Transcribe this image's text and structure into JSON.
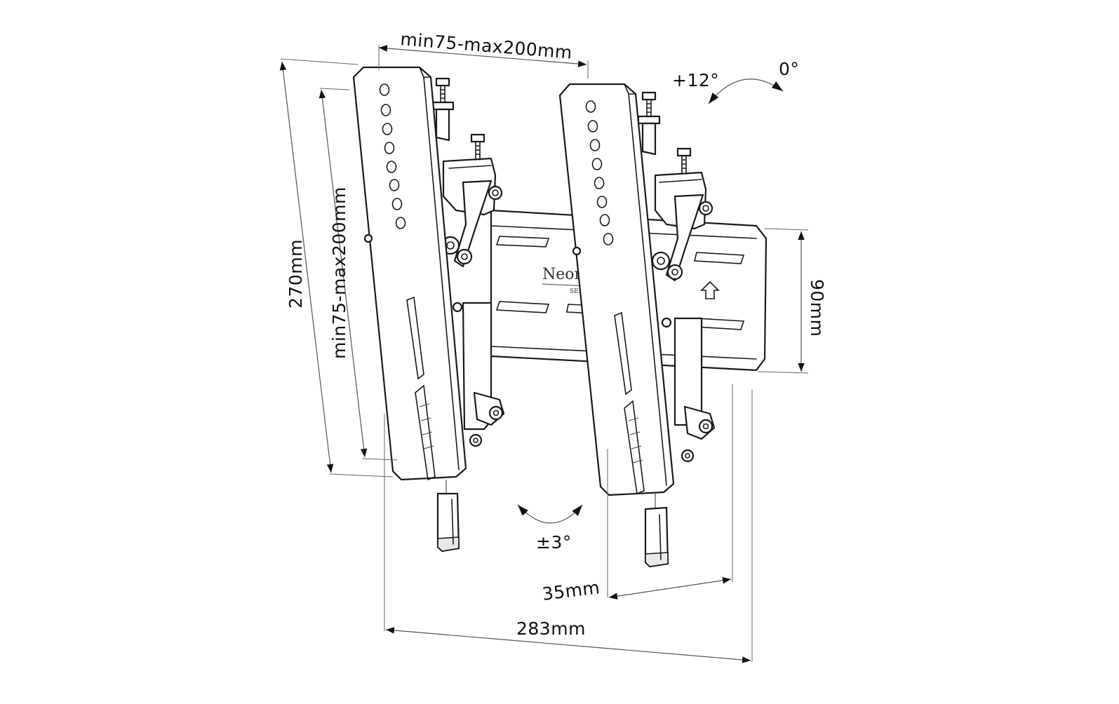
{
  "labels": {
    "vesa_horizontal": "min75-max200mm",
    "vesa_vertical": "min75-max200mm",
    "height_total": "270mm",
    "wallplate_height": "90mm",
    "wall_distance": "35mm",
    "width_total": "283mm",
    "tilt_up": "+12°",
    "tilt_zero": "0°",
    "tilt_level": "±3°"
  },
  "brand": {
    "name": "Neom",
    "sub": "SELE"
  }
}
